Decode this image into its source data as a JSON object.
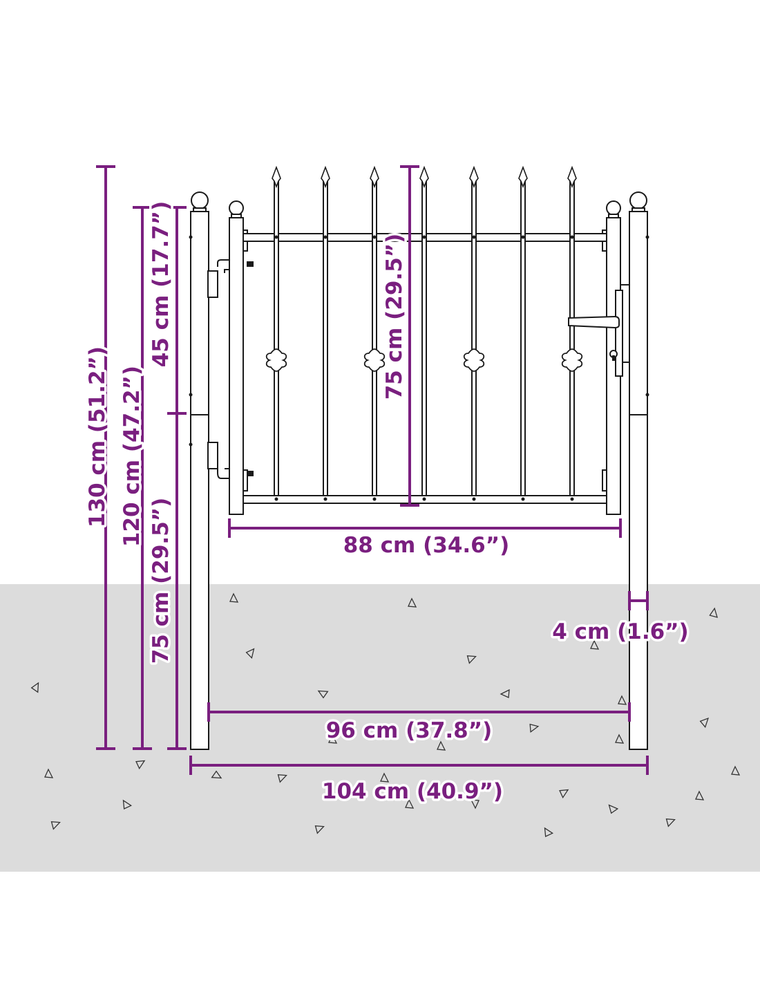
{
  "diagram": {
    "colors": {
      "dimension": "#7a1f7f",
      "ground": "#dcdcdc",
      "outline": "#1a1a1a",
      "background": "#ffffff"
    },
    "dimensions": {
      "total_height": "130 cm (51.2”)",
      "post_height_above_ground": "120 cm (47.2”)",
      "upper_post_section": "45 cm (17.7”)",
      "lower_post_section": "75 cm (29.5”)",
      "gate_panel_height": "75 cm (29.5”)",
      "gate_width": "88 cm (34.6”)",
      "post_width": "4 cm (1.6”)",
      "inner_post_distance": "96 cm (37.8”)",
      "overall_width": "104 cm (40.9”)"
    }
  }
}
